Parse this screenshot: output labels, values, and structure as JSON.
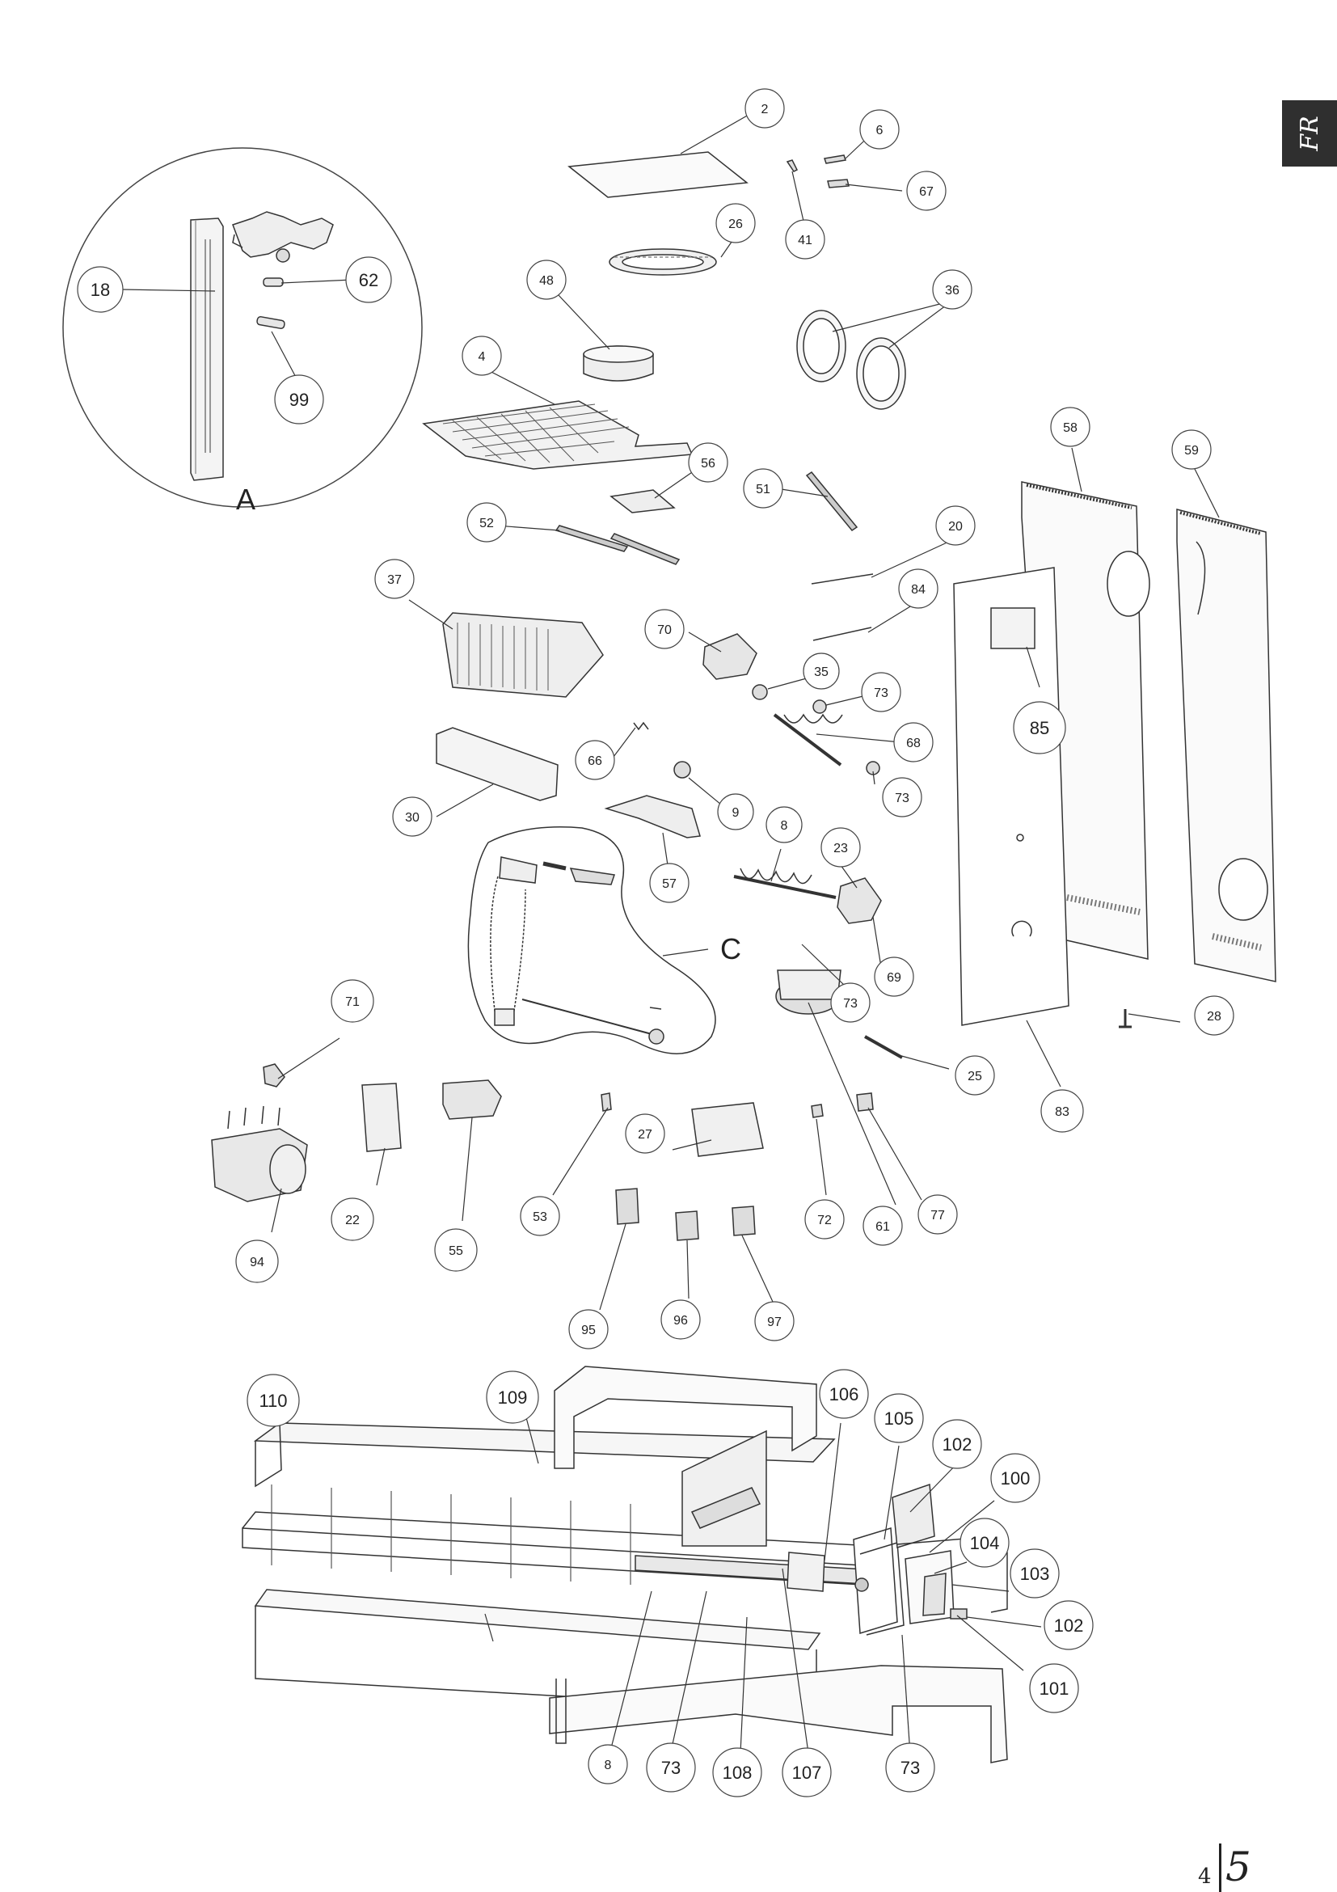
{
  "language_tab": "FR",
  "page_number": {
    "left": "4",
    "right": "5"
  },
  "detail_labels": {
    "a": "A",
    "c": "C"
  },
  "callouts": [
    {
      "id": "c2",
      "n": "2"
    },
    {
      "id": "c6",
      "n": "6"
    },
    {
      "id": "c67",
      "n": "67"
    },
    {
      "id": "c41",
      "n": "41"
    },
    {
      "id": "c26",
      "n": "26"
    },
    {
      "id": "c36",
      "n": "36"
    },
    {
      "id": "c48",
      "n": "48"
    },
    {
      "id": "c18",
      "n": "18"
    },
    {
      "id": "c62",
      "n": "62"
    },
    {
      "id": "c99",
      "n": "99"
    },
    {
      "id": "c4",
      "n": "4"
    },
    {
      "id": "c56",
      "n": "56"
    },
    {
      "id": "c51",
      "n": "51"
    },
    {
      "id": "c52",
      "n": "52"
    },
    {
      "id": "c58",
      "n": "58"
    },
    {
      "id": "c59",
      "n": "59"
    },
    {
      "id": "c20",
      "n": "20"
    },
    {
      "id": "c84",
      "n": "84"
    },
    {
      "id": "c37",
      "n": "37"
    },
    {
      "id": "c70",
      "n": "70"
    },
    {
      "id": "c35",
      "n": "35"
    },
    {
      "id": "c73a",
      "n": "73"
    },
    {
      "id": "c85",
      "n": "85"
    },
    {
      "id": "c68",
      "n": "68"
    },
    {
      "id": "c66",
      "n": "66"
    },
    {
      "id": "c73b",
      "n": "73"
    },
    {
      "id": "c9",
      "n": "9"
    },
    {
      "id": "c30",
      "n": "30"
    },
    {
      "id": "c57",
      "n": "57"
    },
    {
      "id": "c8a",
      "n": "8"
    },
    {
      "id": "c23",
      "n": "23"
    },
    {
      "id": "c69",
      "n": "69"
    },
    {
      "id": "c73c",
      "n": "73"
    },
    {
      "id": "c28",
      "n": "28"
    },
    {
      "id": "c71",
      "n": "71"
    },
    {
      "id": "c25",
      "n": "25"
    },
    {
      "id": "c83",
      "n": "83"
    },
    {
      "id": "c27",
      "n": "27"
    },
    {
      "id": "c77",
      "n": "77"
    },
    {
      "id": "c22",
      "n": "22"
    },
    {
      "id": "c55",
      "n": "55"
    },
    {
      "id": "c53",
      "n": "53"
    },
    {
      "id": "c72",
      "n": "72"
    },
    {
      "id": "c61",
      "n": "61"
    },
    {
      "id": "c94",
      "n": "94"
    },
    {
      "id": "c95",
      "n": "95"
    },
    {
      "id": "c96",
      "n": "96"
    },
    {
      "id": "c97",
      "n": "97"
    },
    {
      "id": "c110",
      "n": "110"
    },
    {
      "id": "c109",
      "n": "109"
    },
    {
      "id": "c106",
      "n": "106"
    },
    {
      "id": "c105",
      "n": "105"
    },
    {
      "id": "c102a",
      "n": "102"
    },
    {
      "id": "c100",
      "n": "100"
    },
    {
      "id": "c104",
      "n": "104"
    },
    {
      "id": "c103",
      "n": "103"
    },
    {
      "id": "c102b",
      "n": "102"
    },
    {
      "id": "c101",
      "n": "101"
    },
    {
      "id": "c8b",
      "n": "8"
    },
    {
      "id": "c73d",
      "n": "73"
    },
    {
      "id": "c108",
      "n": "108"
    },
    {
      "id": "c107",
      "n": "107"
    },
    {
      "id": "c73e",
      "n": "73"
    }
  ]
}
